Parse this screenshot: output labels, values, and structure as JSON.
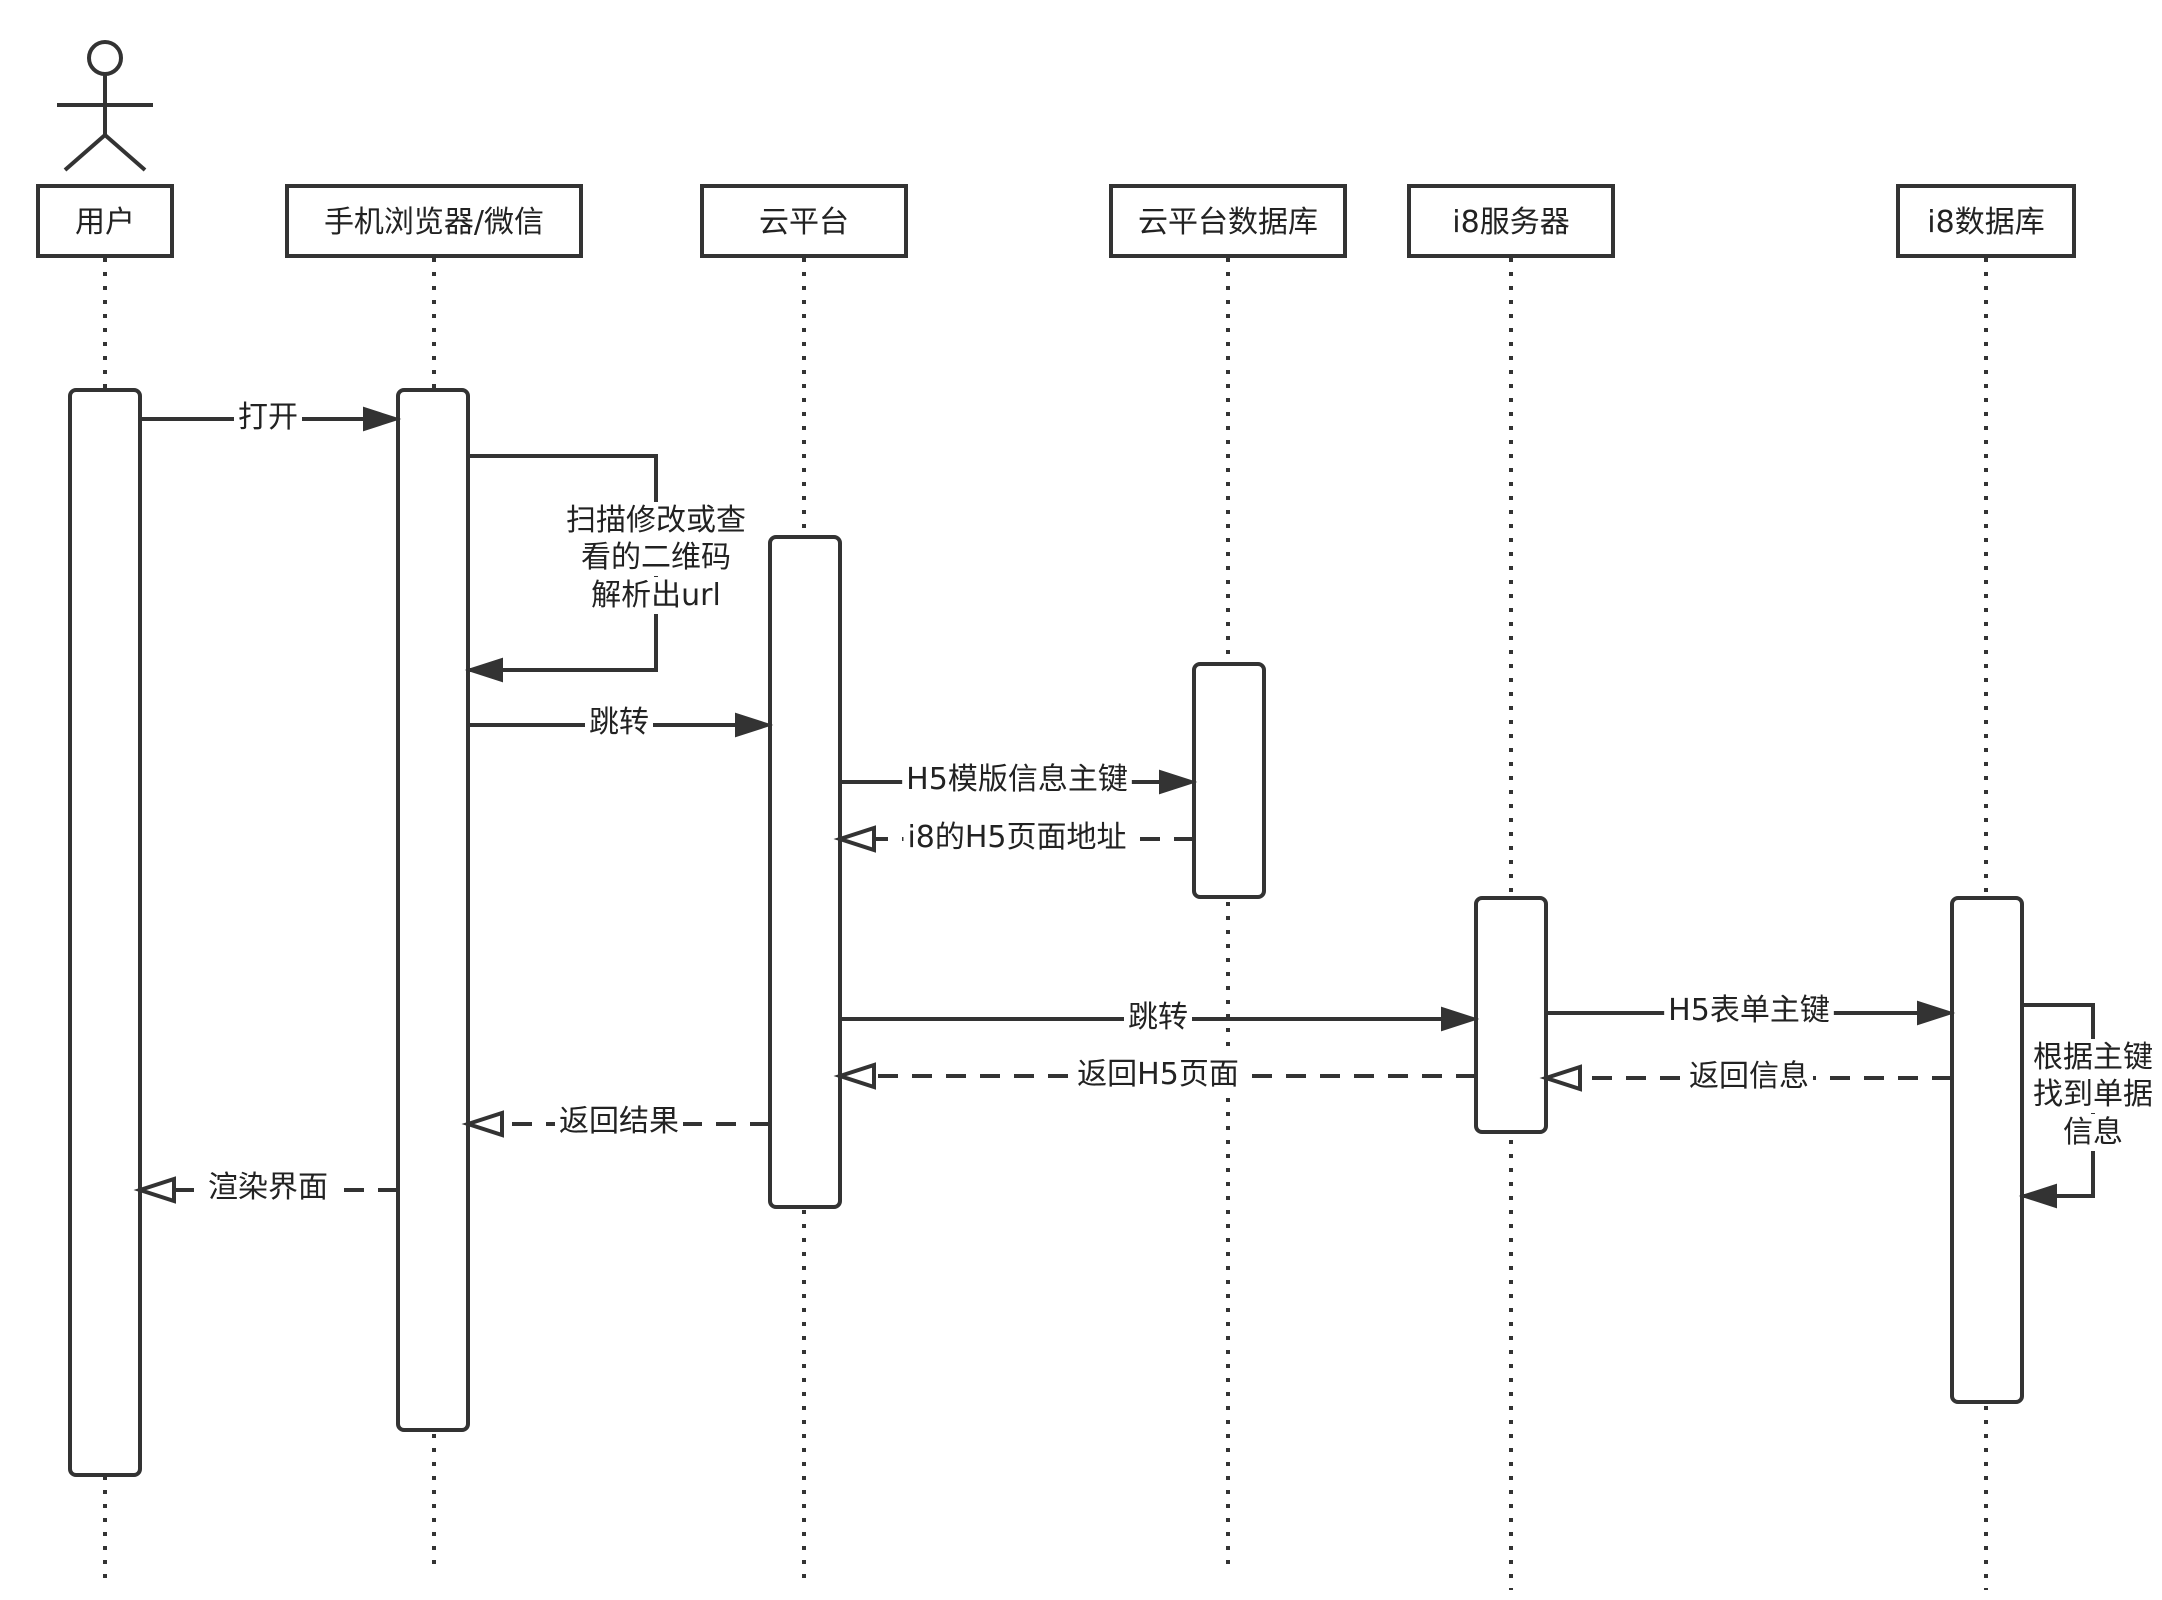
{
  "participants": [
    {
      "id": "user",
      "label": "用户",
      "actor": true
    },
    {
      "id": "browser",
      "label": "手机浏览器/微信"
    },
    {
      "id": "cloud",
      "label": "云平台"
    },
    {
      "id": "clouddb",
      "label": "云平台数据库"
    },
    {
      "id": "i8server",
      "label": "i8服务器"
    },
    {
      "id": "i8db",
      "label": "i8数据库"
    }
  ],
  "messages": [
    {
      "id": "open",
      "from": "user",
      "to": "browser",
      "label": [
        "打开"
      ],
      "style": "solid"
    },
    {
      "id": "scan",
      "from": "browser",
      "to": "browser",
      "label": [
        "扫描修改或查",
        "看的二维码",
        "解析出url"
      ],
      "style": "self"
    },
    {
      "id": "jump1",
      "from": "browser",
      "to": "cloud",
      "label": [
        "跳转"
      ],
      "style": "solid"
    },
    {
      "id": "h5key",
      "from": "cloud",
      "to": "clouddb",
      "label": [
        "H5模版信息主键"
      ],
      "style": "solid"
    },
    {
      "id": "h5addr",
      "from": "clouddb",
      "to": "cloud",
      "label": [
        "i8的H5页面地址"
      ],
      "style": "dashed"
    },
    {
      "id": "jump2",
      "from": "cloud",
      "to": "i8server",
      "label": [
        "跳转"
      ],
      "style": "solid"
    },
    {
      "id": "formkey",
      "from": "i8server",
      "to": "i8db",
      "label": [
        "H5表单主键"
      ],
      "style": "solid"
    },
    {
      "id": "lookup",
      "from": "i8db",
      "to": "i8db",
      "label": [
        "根据主键",
        "找到单据",
        "信息"
      ],
      "style": "self"
    },
    {
      "id": "retinfo",
      "from": "i8db",
      "to": "i8server",
      "label": [
        "返回信息"
      ],
      "style": "dashed"
    },
    {
      "id": "reth5",
      "from": "i8server",
      "to": "cloud",
      "label": [
        "返回H5页面"
      ],
      "style": "dashed"
    },
    {
      "id": "retresult",
      "from": "cloud",
      "to": "browser",
      "label": [
        "返回结果"
      ],
      "style": "dashed"
    },
    {
      "id": "render",
      "from": "browser",
      "to": "user",
      "label": [
        "渲染界面"
      ],
      "style": "dashed"
    }
  ]
}
